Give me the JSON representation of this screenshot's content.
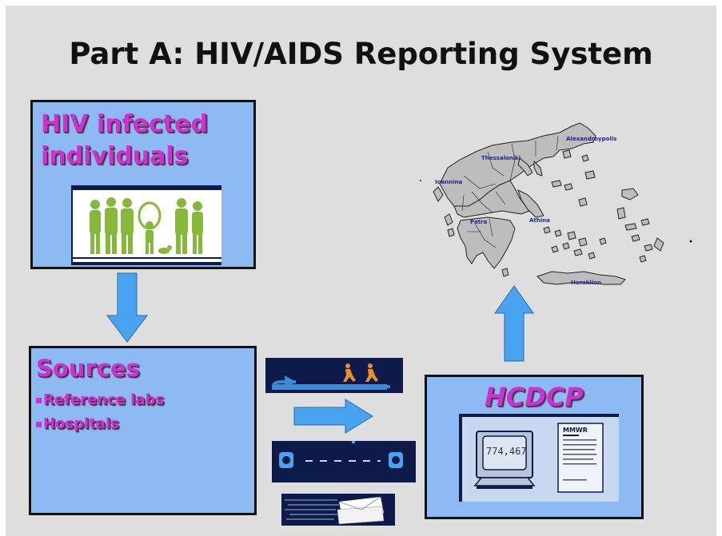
{
  "title": "Part A: HIV/AIDS Reporting System",
  "box_hiv": {
    "label": "HIV infected individuals"
  },
  "box_sources": {
    "title": "Sources",
    "items": [
      "Reference labs",
      "Hospitals"
    ]
  },
  "box_hcdcp": {
    "title": "HCDCP"
  },
  "monitor_number": "774,467",
  "report_header": "MMWR",
  "map_cities": [
    "Alexandroypolis",
    "Thessaloniki",
    "Ioannina",
    "Patra",
    "Athina",
    "Heraklion"
  ],
  "colors": {
    "box_fill": "#8dbaf2",
    "label_pink": "#cc33cc",
    "arrow_blue": "#4aa3f0",
    "figures_green": "#86b83a",
    "clipart_navy": "#0e1a4a"
  },
  "icons": [
    "people-silhouettes-icon",
    "running-figures-icon",
    "telephones-icon",
    "envelopes-icon",
    "computer-monitor-icon",
    "report-document-icon",
    "greece-map-icon"
  ]
}
